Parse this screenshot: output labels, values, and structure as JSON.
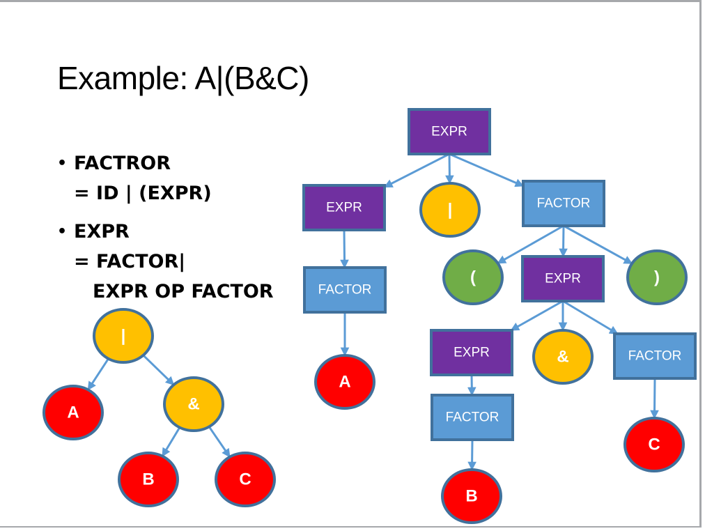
{
  "slide": {
    "title": "Example: A|(B&C)",
    "bullets": [
      {
        "lines": [
          "FACTROR",
          "= ID | (EXPR)"
        ]
      },
      {
        "lines": [
          "EXPR",
          "= FACTOR|",
          "EXPR OP FACTOR"
        ]
      }
    ]
  },
  "colors": {
    "expr": "#7030a0",
    "factor": "#5b9bd5",
    "operator": "#ffc000",
    "paren": "#70ad47",
    "identifier": "#ff0000",
    "outline": "#41719c",
    "edge": "#5b9bd5"
  },
  "ast": {
    "nodes": [
      {
        "id": "or",
        "label": "|",
        "kind": "operator"
      },
      {
        "id": "a",
        "label": "A",
        "kind": "identifier"
      },
      {
        "id": "and",
        "label": "&",
        "kind": "operator"
      },
      {
        "id": "b",
        "label": "B",
        "kind": "identifier"
      },
      {
        "id": "c",
        "label": "C",
        "kind": "identifier"
      }
    ],
    "edges": [
      [
        "or",
        "a"
      ],
      [
        "or",
        "and"
      ],
      [
        "and",
        "b"
      ],
      [
        "and",
        "c"
      ]
    ]
  },
  "parse_tree": {
    "nodes": [
      {
        "id": "expr0",
        "label": "EXPR",
        "kind": "expr"
      },
      {
        "id": "expr1",
        "label": "EXPR",
        "kind": "expr"
      },
      {
        "id": "pipe",
        "label": "|",
        "kind": "operator"
      },
      {
        "id": "factor0",
        "label": "FACTOR",
        "kind": "factor"
      },
      {
        "id": "factor1",
        "label": "FACTOR",
        "kind": "factor"
      },
      {
        "id": "idA",
        "label": "A",
        "kind": "identifier"
      },
      {
        "id": "lparen",
        "label": "(",
        "kind": "paren"
      },
      {
        "id": "expr2",
        "label": "EXPR",
        "kind": "expr"
      },
      {
        "id": "rparen",
        "label": ")",
        "kind": "paren"
      },
      {
        "id": "expr3",
        "label": "EXPR",
        "kind": "expr"
      },
      {
        "id": "amp",
        "label": "&",
        "kind": "operator"
      },
      {
        "id": "factor2",
        "label": "FACTOR",
        "kind": "factor"
      },
      {
        "id": "factor3",
        "label": "FACTOR",
        "kind": "factor"
      },
      {
        "id": "idB",
        "label": "B",
        "kind": "identifier"
      },
      {
        "id": "idC",
        "label": "C",
        "kind": "identifier"
      }
    ],
    "edges": [
      [
        "expr0",
        "expr1"
      ],
      [
        "expr0",
        "pipe"
      ],
      [
        "expr0",
        "factor0"
      ],
      [
        "expr1",
        "factor1"
      ],
      [
        "factor1",
        "idA"
      ],
      [
        "factor0",
        "lparen"
      ],
      [
        "factor0",
        "expr2"
      ],
      [
        "factor0",
        "rparen"
      ],
      [
        "expr2",
        "expr3"
      ],
      [
        "expr2",
        "amp"
      ],
      [
        "expr2",
        "factor2"
      ],
      [
        "expr3",
        "factor3"
      ],
      [
        "factor3",
        "idB"
      ],
      [
        "factor2",
        "idC"
      ]
    ]
  }
}
